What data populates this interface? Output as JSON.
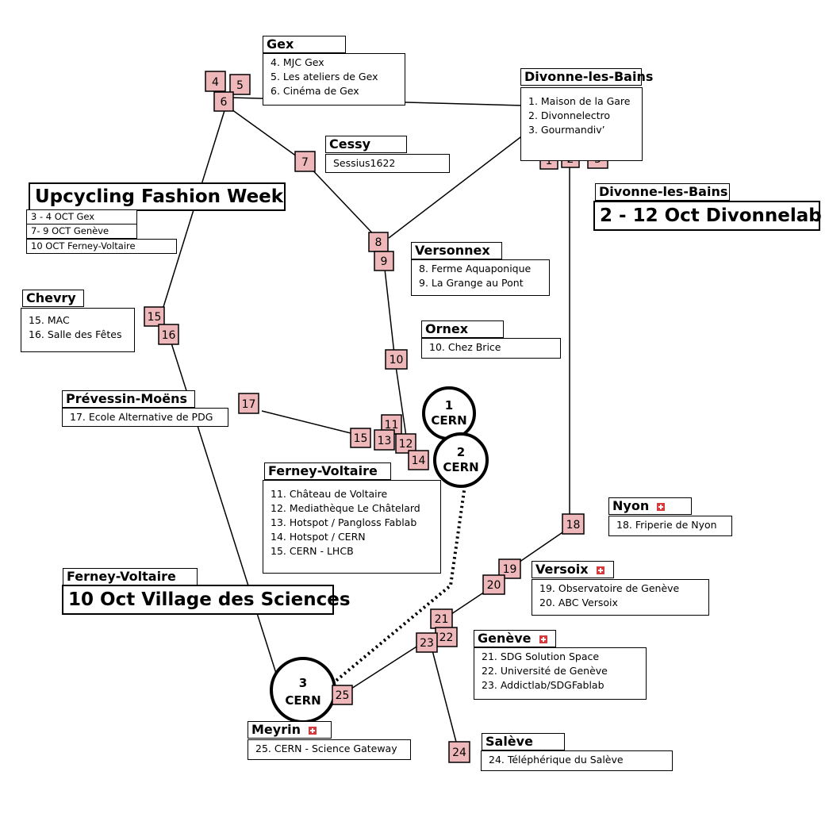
{
  "markers": [
    "1",
    "2",
    "3",
    "4",
    "5",
    "6",
    "7",
    "8",
    "9",
    "10",
    "11",
    "12",
    "13",
    "14",
    "15",
    "15",
    "16",
    "17",
    "18",
    "19",
    "20",
    "21",
    "22",
    "23",
    "24",
    "25"
  ],
  "hubs": [
    {
      "num": "1",
      "label": "CERN"
    },
    {
      "num": "2",
      "label": "CERN"
    },
    {
      "num": "3",
      "label": "CERN"
    }
  ],
  "gex": {
    "title": "Gex",
    "items": [
      "4. MJC Gex",
      "5. Les ateliers de Gex",
      "6. Cinéma de Gex"
    ]
  },
  "divonne": {
    "title": "Divonne-les-Bains",
    "items": [
      "1. Maison de la Gare",
      "2. Divonnelectro",
      "3. Gourmandiv’"
    ]
  },
  "cessy": {
    "title": "Cessy",
    "items": [
      "Sessius1622"
    ]
  },
  "versonnex": {
    "title": "Versonnex",
    "items": [
      "8. Ferme Aquaponique",
      "9. La Grange au Pont"
    ]
  },
  "ornex": {
    "title": "Ornex",
    "items": [
      "10. Chez Brice"
    ]
  },
  "chevry": {
    "title": "Chevry",
    "items": [
      "15. MAC",
      "16. Salle des Fêtes"
    ]
  },
  "prevessin": {
    "title": "Prévessin-Moëns",
    "items": [
      "17. Ecole Alternative de PDG"
    ]
  },
  "ferney": {
    "title": "Ferney-Voltaire",
    "items": [
      "11. Château de Voltaire",
      "12. Mediathèque Le Châtelard",
      "13. Hotspot / Pangloss Fablab",
      "14. Hotspot / CERN",
      "15. CERN - LHCB"
    ]
  },
  "nyon": {
    "title": "Nyon",
    "items": [
      "18. Friperie de Nyon"
    ]
  },
  "versoix": {
    "title": "Versoix",
    "items": [
      "19. Observatoire de Genève",
      "20.  ABC Versoix"
    ]
  },
  "geneve": {
    "title": "Genève",
    "items": [
      "21. SDG Solution Space",
      "22. Université de Genève",
      "23. Addictlab/SDGFablab"
    ]
  },
  "meyrin": {
    "title": "Meyrin",
    "items": [
      "25. CERN - Science Gateway"
    ]
  },
  "saleve": {
    "title": "Salève",
    "items": [
      "24. Téléphérique du Salève"
    ]
  },
  "upcycling": {
    "title": "Upcycling Fashion Week",
    "items": [
      "3 - 4 OCT Gex",
      "7- 9  OCT Genève",
      "10  OCT Ferney-Voltaire"
    ]
  },
  "divonnelab": {
    "subtitle": "Divonne-les-Bains",
    "title": "2 - 12 Oct Divonnelab"
  },
  "village": {
    "subtitle": "Ferney-Voltaire",
    "title": "10 Oct Village des Sciences"
  },
  "colors": {
    "marker": "#eeb7b9",
    "flag": "#d63a3a",
    "line": "#000000"
  }
}
